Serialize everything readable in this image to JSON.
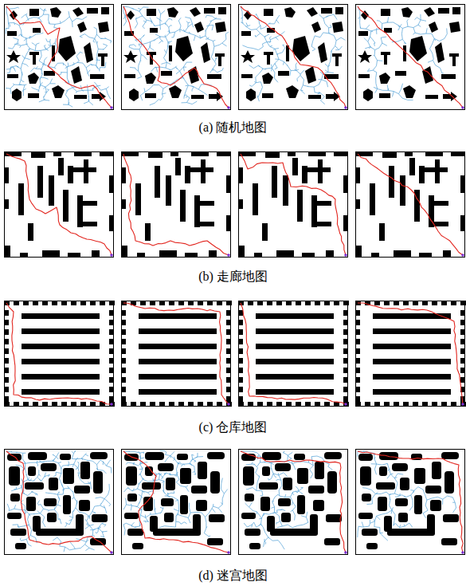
{
  "diagram": {
    "labels": [
      "(a) 随机地图",
      "(b) 走廊地图",
      "(c) 仓库地图",
      "(d) 迷宫地图"
    ]
  }
}
